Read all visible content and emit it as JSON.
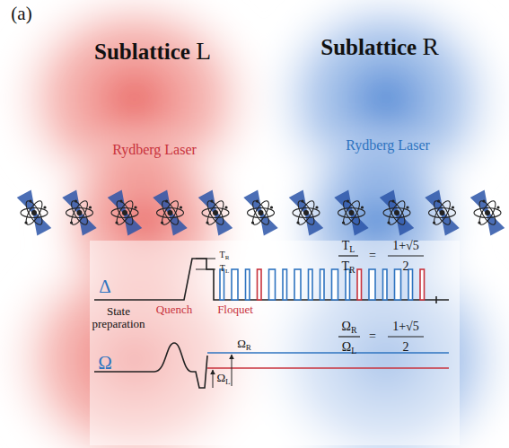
{
  "diagram": {
    "nodes": [
      {
        "text": [
          "Sublattice L",
          "Rydberg Laser"
        ]
      },
      {
        "text": [
          "Sublattice R",
          "Rydberg Laser"
        ]
      }
    ],
    "labels": [
      "(a)",
      "Δ",
      "State preparation",
      "Quench",
      "Floquet",
      "TR",
      "TL",
      "TL",
      "TR",
      "=",
      "1+√5",
      "2",
      "Ω",
      "ΩL",
      "ΩR",
      "ΩR",
      "ΩL",
      "=",
      "1+√5",
      "2"
    ]
  }
}
